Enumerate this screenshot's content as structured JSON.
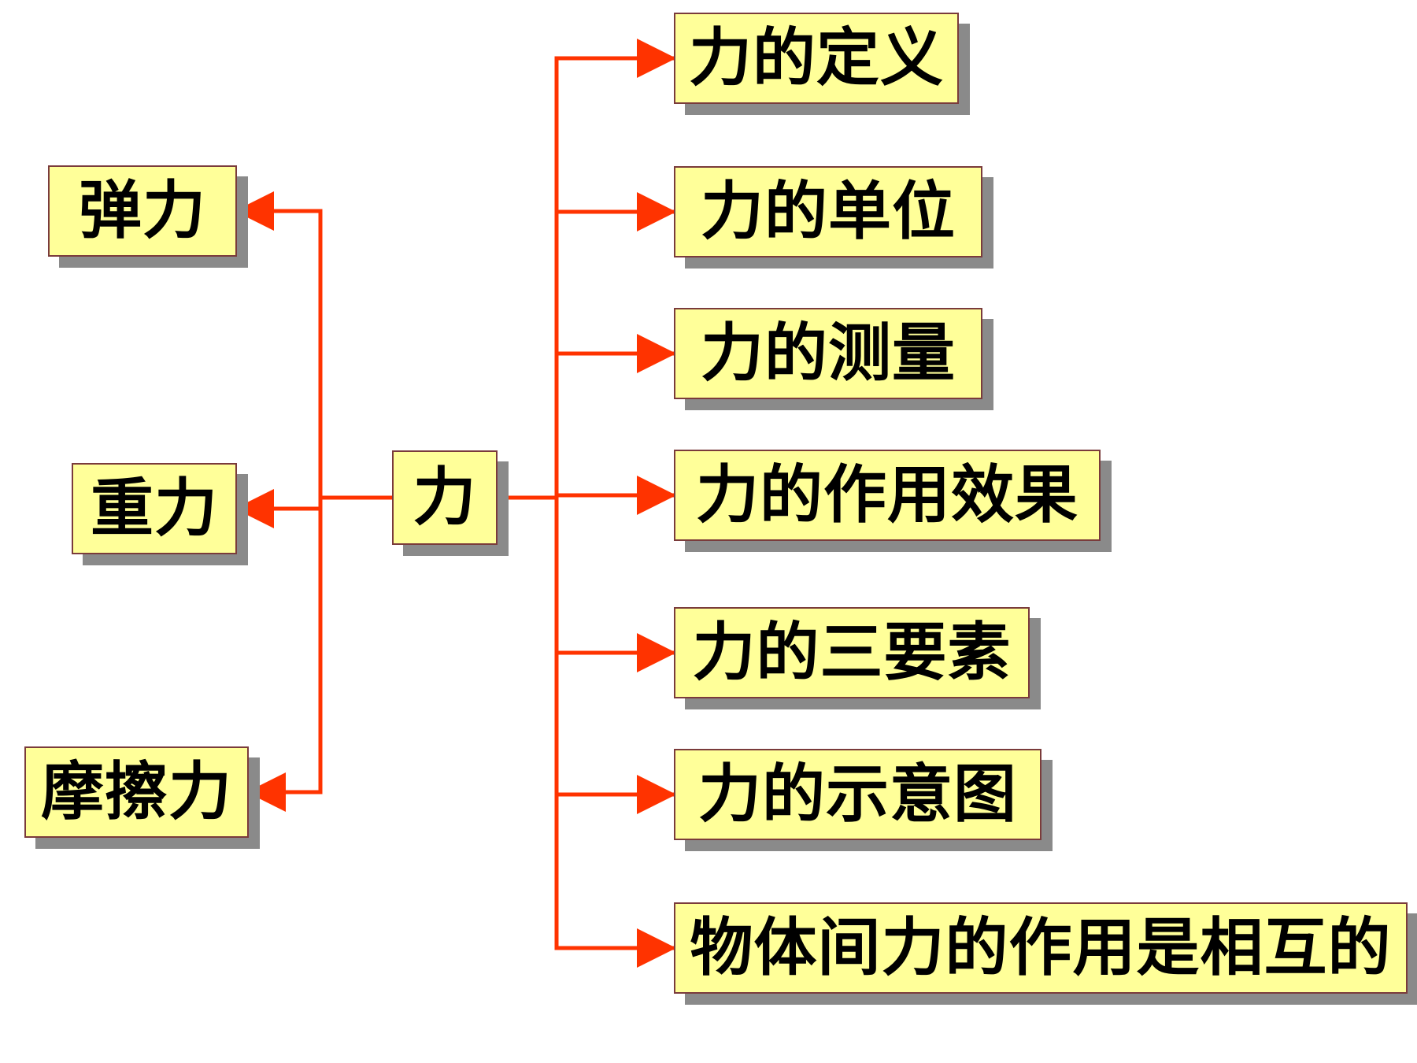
{
  "colors": {
    "node_fill": "#ffff99",
    "node_border": "#7a3b3b",
    "node_shadow": "#8a8a8a",
    "arrow": "#ff3300"
  },
  "center": {
    "label": "力"
  },
  "left_nodes": [
    {
      "label": "弹力"
    },
    {
      "label": "重力"
    },
    {
      "label": "摩擦力"
    }
  ],
  "right_nodes": [
    {
      "label": "力的定义"
    },
    {
      "label": "力的单位"
    },
    {
      "label": "力的测量"
    },
    {
      "label": "力的作用效果"
    },
    {
      "label": "力的三要素"
    },
    {
      "label": "力的示意图"
    },
    {
      "label": "物体间力的作用是相互的"
    }
  ]
}
